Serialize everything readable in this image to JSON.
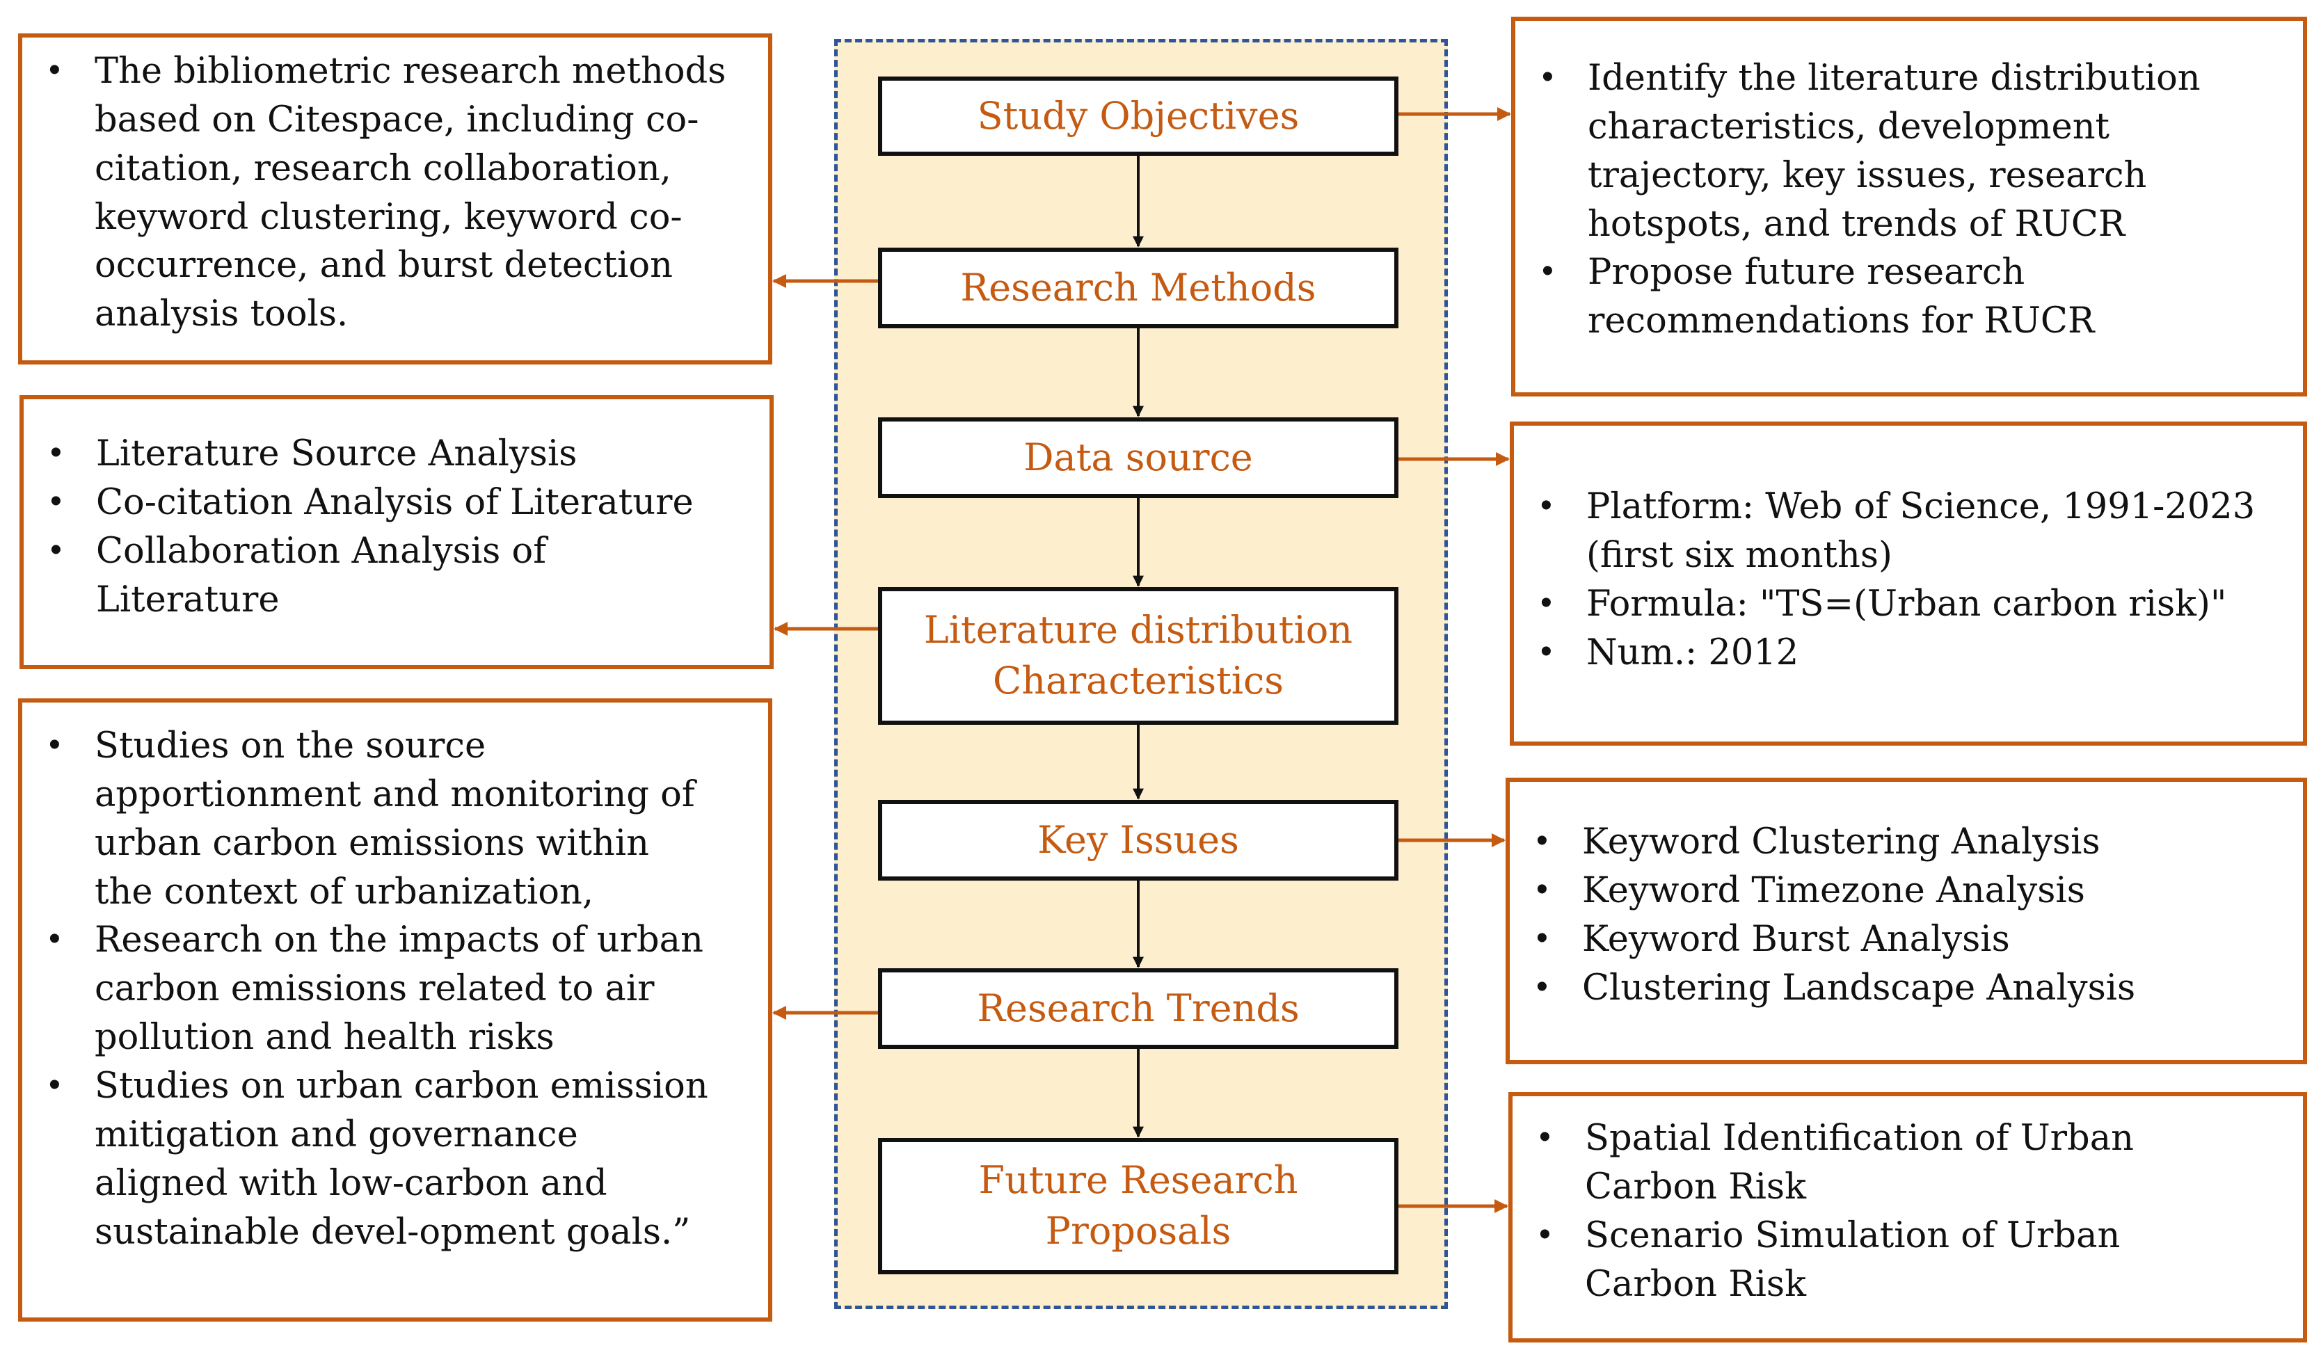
{
  "colors": {
    "accent": "#c55a11",
    "frame_dash": "#2e5597",
    "panel_fill": "#fdefcd",
    "step_border": "#111111"
  },
  "steps": [
    {
      "lines": [
        "Study Objectives"
      ]
    },
    {
      "lines": [
        "Research Methods"
      ]
    },
    {
      "lines": [
        "Data source"
      ]
    },
    {
      "lines": [
        "Literature distribution",
        "Characteristics"
      ]
    },
    {
      "lines": [
        "Key Issues"
      ]
    },
    {
      "lines": [
        "Research Trends"
      ]
    },
    {
      "lines": [
        "Future Research",
        "Proposals"
      ]
    }
  ],
  "left_notes": {
    "methods": [
      [
        "The bibliometric research methods",
        "based on Citespace, including co-",
        "citation, research collaboration,",
        "keyword clustering, keyword co-",
        "occurrence, and burst detection",
        "analysis tools."
      ]
    ],
    "distribution": [
      [
        "Literature Source Analysis"
      ],
      [
        "Co-citation Analysis of Literature"
      ],
      [
        "Collaboration Analysis of",
        "Literature"
      ]
    ],
    "trends": [
      [
        "Studies on the source",
        "apportionment and monitoring of",
        "urban carbon emissions within",
        "the context of urbanization,"
      ],
      [
        "Research on the impacts of urban",
        "carbon emissions related to air",
        "pollution and health risks"
      ],
      [
        "Studies on urban carbon emission",
        "mitigation and governance",
        "aligned with low-carbon and",
        "sustainable devel-opment goals.”"
      ]
    ]
  },
  "right_notes": {
    "objectives": [
      [
        "Identify the literature distribution",
        "characteristics, development",
        "trajectory, key issues, research",
        "hotspots, and trends of RUCR"
      ],
      [
        "Propose future research",
        "recommendations for RUCR"
      ]
    ],
    "data_source": [
      [
        "Platform: Web of Science, 1991-2023",
        "(first six months)"
      ],
      [
        "Formula: \"TS=(Urban carbon risk)\""
      ],
      [
        "Num.: 2012"
      ]
    ],
    "key_issues": [
      [
        "Keyword Clustering Analysis"
      ],
      [
        "Keyword Timezone Analysis"
      ],
      [
        "Keyword Burst Analysis"
      ],
      [
        "Clustering Landscape Analysis"
      ]
    ],
    "proposals": [
      [
        "Spatial Identification of Urban",
        "Carbon Risk"
      ],
      [
        "Scenario Simulation of Urban",
        "Carbon Risk"
      ]
    ]
  }
}
